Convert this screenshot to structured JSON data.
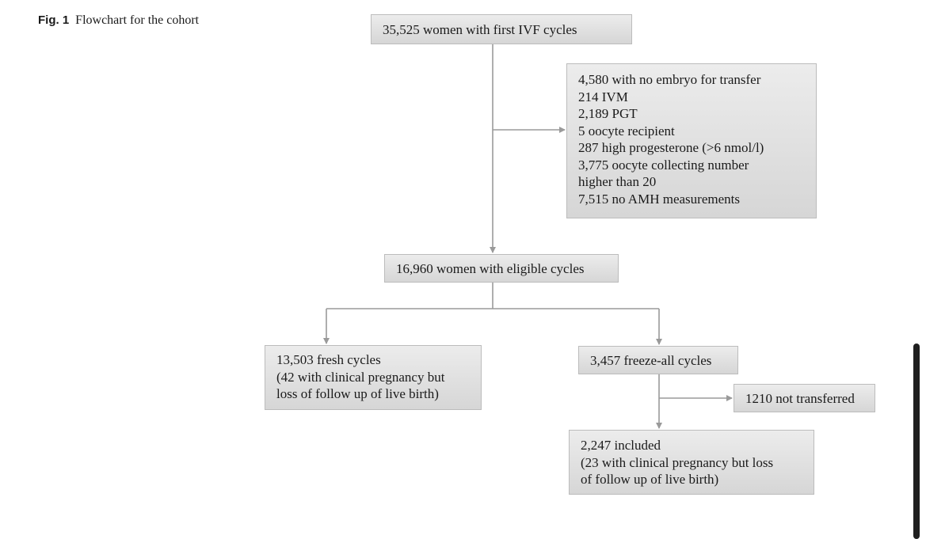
{
  "caption": {
    "label": "Fig. 1",
    "text": "Flowchart for the cohort"
  },
  "boxes": {
    "start": [
      "35,525 women with first IVF cycles"
    ],
    "exclusions": [
      "4,580 with no embryo for transfer",
      "214 IVM",
      "2,189 PGT",
      "5 oocyte recipient",
      "287 high progesterone (>6 nmol/l)",
      "3,775 oocyte collecting number",
      "higher than 20",
      "7,515 no AMH measurements"
    ],
    "eligible": [
      "16,960 women with eligible cycles"
    ],
    "fresh": [
      "13,503 fresh cycles",
      "(42 with clinical pregnancy but",
      "loss of follow up of live birth)"
    ],
    "freeze_all": [
      "3,457 freeze-all cycles"
    ],
    "not_transferred": [
      "1210 not transferred"
    ],
    "included": [
      "2,247 included",
      "(23 with clinical pregnancy but loss",
      "of follow up of live birth)"
    ]
  },
  "colors": {
    "box_fill": "#d6d6d6",
    "connector": "#9a9a9a",
    "text": "#1a1a1a"
  }
}
